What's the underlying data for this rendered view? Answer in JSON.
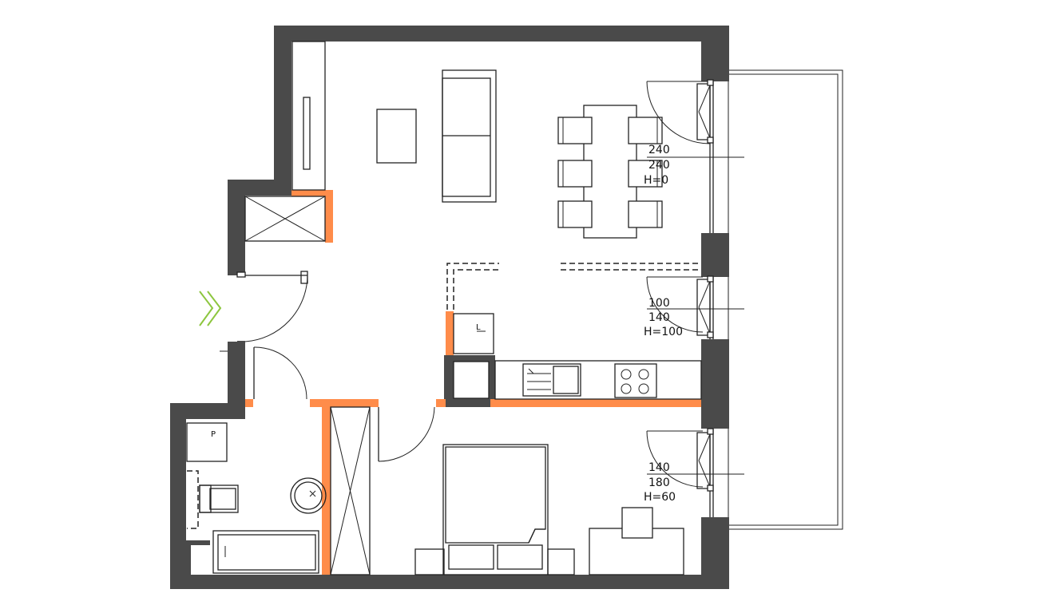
{
  "windows": [
    {
      "id": "window-living",
      "width": "240",
      "height": "240",
      "sill": "H=0"
    },
    {
      "id": "window-kitchen",
      "width": "100",
      "height": "140",
      "sill": "H=100"
    },
    {
      "id": "window-bedroom",
      "width": "140",
      "height": "180",
      "sill": "H=60"
    }
  ],
  "appliances": {
    "fridge_mark": "L",
    "washer_mark": "P"
  },
  "colors": {
    "wall": "#4a4a4a",
    "partition": "#ff8c4a",
    "entrance_arrow": "#8dc63f"
  }
}
